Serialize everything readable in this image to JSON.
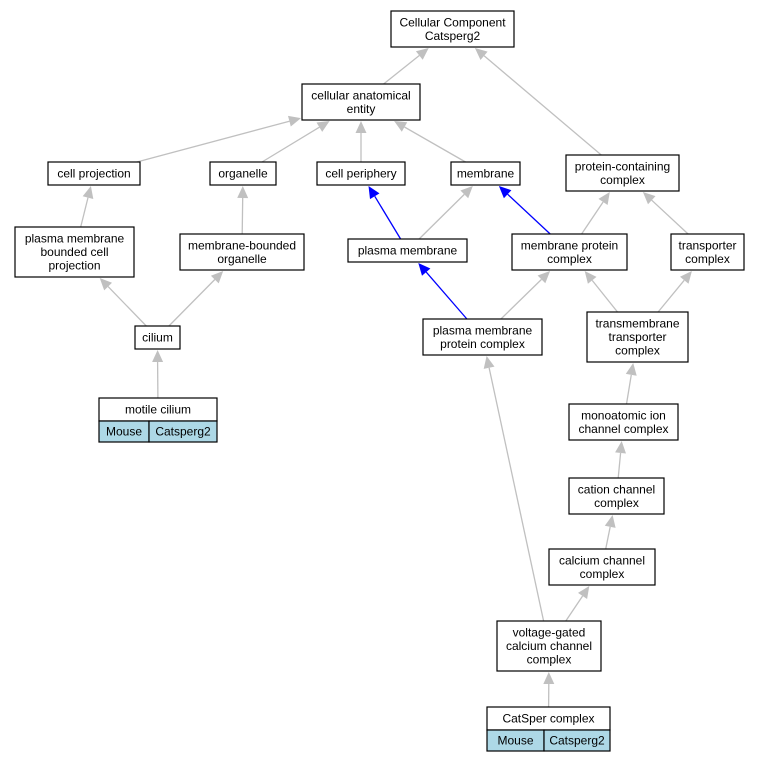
{
  "colors": {
    "edge_default": "#c0c0c0",
    "edge_highlight": "#0000ff",
    "annotation_cell": "#add8e6",
    "node_border": "#000000"
  },
  "nodes": [
    {
      "id": "root",
      "lines": [
        "Cellular Component",
        "Catsperg2"
      ]
    },
    {
      "id": "cae",
      "lines": [
        "cellular anatomical",
        "entity"
      ]
    },
    {
      "id": "cellproj",
      "lines": [
        "cell projection"
      ]
    },
    {
      "id": "organelle",
      "lines": [
        "organelle"
      ]
    },
    {
      "id": "periphery",
      "lines": [
        "cell periphery"
      ]
    },
    {
      "id": "membrane",
      "lines": [
        "membrane"
      ]
    },
    {
      "id": "pcc",
      "lines": [
        "protein-containing",
        "complex"
      ]
    },
    {
      "id": "pmbcp",
      "lines": [
        "plasma membrane",
        "bounded cell",
        "projection"
      ]
    },
    {
      "id": "mbo",
      "lines": [
        "membrane-bounded",
        "organelle"
      ]
    },
    {
      "id": "pm",
      "lines": [
        "plasma membrane"
      ]
    },
    {
      "id": "mpc",
      "lines": [
        "membrane protein",
        "complex"
      ]
    },
    {
      "id": "transporter",
      "lines": [
        "transporter",
        "complex"
      ]
    },
    {
      "id": "cilium",
      "lines": [
        "cilium"
      ]
    },
    {
      "id": "pmpc",
      "lines": [
        "plasma membrane",
        "protein complex"
      ]
    },
    {
      "id": "tmtc",
      "lines": [
        "transmembrane",
        "transporter",
        "complex"
      ]
    },
    {
      "id": "motile",
      "lines": [
        "motile cilium"
      ],
      "annotation": [
        "Mouse",
        "Catsperg2"
      ]
    },
    {
      "id": "maicc",
      "lines": [
        "monoatomic ion",
        "channel complex"
      ]
    },
    {
      "id": "cation",
      "lines": [
        "cation channel",
        "complex"
      ]
    },
    {
      "id": "calcium",
      "lines": [
        "calcium channel",
        "complex"
      ]
    },
    {
      "id": "vgcc",
      "lines": [
        "voltage-gated",
        "calcium channel",
        "complex"
      ]
    },
    {
      "id": "catsper",
      "lines": [
        "CatSper complex"
      ],
      "annotation": [
        "Mouse",
        "Catsperg2"
      ]
    }
  ],
  "edges": [
    {
      "from": "cae",
      "to": "root",
      "highlight": false
    },
    {
      "from": "pcc",
      "to": "root",
      "highlight": false
    },
    {
      "from": "cellproj",
      "to": "cae",
      "highlight": false
    },
    {
      "from": "organelle",
      "to": "cae",
      "highlight": false
    },
    {
      "from": "periphery",
      "to": "cae",
      "highlight": false
    },
    {
      "from": "membrane",
      "to": "cae",
      "highlight": false
    },
    {
      "from": "pmbcp",
      "to": "cellproj",
      "highlight": false
    },
    {
      "from": "mbo",
      "to": "organelle",
      "highlight": false
    },
    {
      "from": "pm",
      "to": "periphery",
      "highlight": true
    },
    {
      "from": "pm",
      "to": "membrane",
      "highlight": false
    },
    {
      "from": "mpc",
      "to": "membrane",
      "highlight": true
    },
    {
      "from": "mpc",
      "to": "pcc",
      "highlight": false
    },
    {
      "from": "transporter",
      "to": "pcc",
      "highlight": false
    },
    {
      "from": "cilium",
      "to": "pmbcp",
      "highlight": false
    },
    {
      "from": "cilium",
      "to": "mbo",
      "highlight": false
    },
    {
      "from": "pmpc",
      "to": "pm",
      "highlight": true
    },
    {
      "from": "pmpc",
      "to": "mpc",
      "highlight": false
    },
    {
      "from": "tmtc",
      "to": "mpc",
      "highlight": false
    },
    {
      "from": "tmtc",
      "to": "transporter",
      "highlight": false
    },
    {
      "from": "motile",
      "to": "cilium",
      "highlight": false
    },
    {
      "from": "maicc",
      "to": "tmtc",
      "highlight": false
    },
    {
      "from": "cation",
      "to": "maicc",
      "highlight": false
    },
    {
      "from": "calcium",
      "to": "cation",
      "highlight": false
    },
    {
      "from": "vgcc",
      "to": "calcium",
      "highlight": false
    },
    {
      "from": "vgcc",
      "to": "pmpc",
      "highlight": false
    },
    {
      "from": "catsper",
      "to": "vgcc",
      "highlight": false
    }
  ]
}
